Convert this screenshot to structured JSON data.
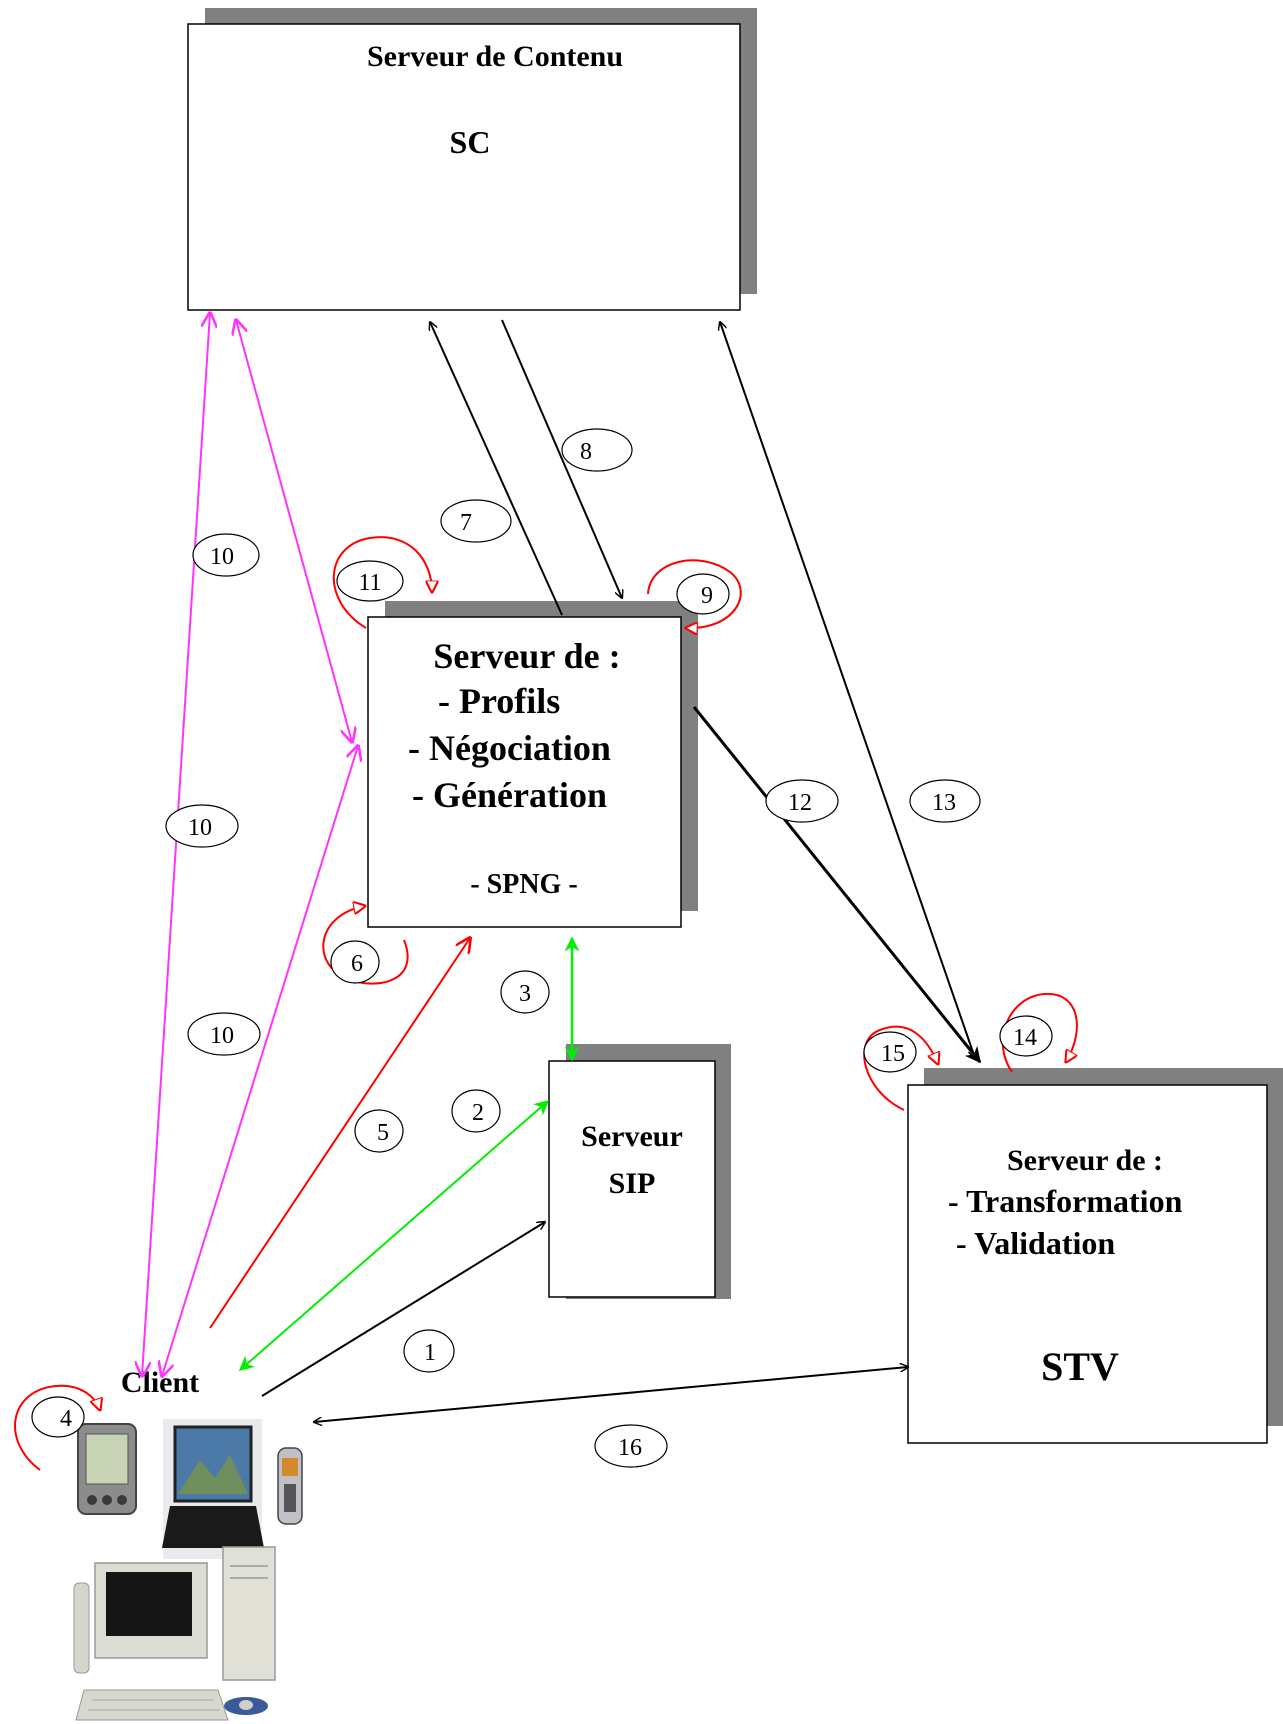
{
  "colors": {
    "black": "#000000",
    "magenta": "#ff33ff",
    "red": "#ff0000",
    "green": "#00ee00",
    "shadow": "#808080"
  },
  "servers": {
    "sc": {
      "name": "Serveur de Contenu",
      "abbr": "SC"
    },
    "spng": {
      "heading": "Serveur de :",
      "roles": [
        "- Profils",
        "- Négociation",
        "- Génération"
      ],
      "abbr": "- SPNG -"
    },
    "sip": {
      "line1": "Serveur",
      "line2": "SIP"
    },
    "stv": {
      "heading": "Serveur de :",
      "roles": [
        "-  Transformation",
        "- Validation"
      ],
      "abbr": "STV"
    }
  },
  "client": {
    "label": "Client",
    "devices": [
      "pda-icon",
      "laptop-icon",
      "phone-icon",
      "desktop-computer-icon"
    ]
  },
  "steps": [
    "1",
    "2",
    "3",
    "4",
    "5",
    "6",
    "7",
    "8",
    "9",
    "10",
    "10",
    "10",
    "11",
    "12",
    "13",
    "14",
    "15",
    "16"
  ]
}
